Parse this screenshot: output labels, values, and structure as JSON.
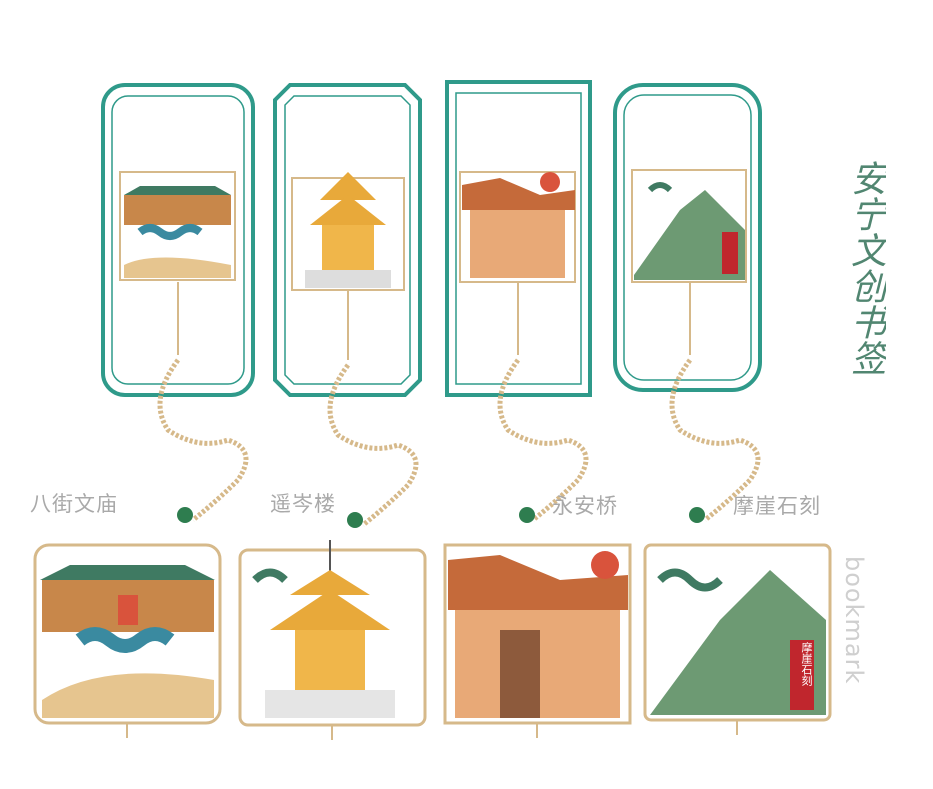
{
  "title_calligraphy": "安宁文创书签",
  "side_label": "bookmark",
  "colors": {
    "frame_teal": "#2f9a8a",
    "gold": "#d6b98a",
    "knot_green": "#2e7d4f",
    "label_gray": "#a9a9a9"
  },
  "bookmarks": [
    {
      "name": "八街文庙"
    },
    {
      "name": "遥岑楼"
    },
    {
      "name": "永安桥"
    },
    {
      "name": "摩崖石刻",
      "stamp": "摩崖石刻"
    }
  ]
}
